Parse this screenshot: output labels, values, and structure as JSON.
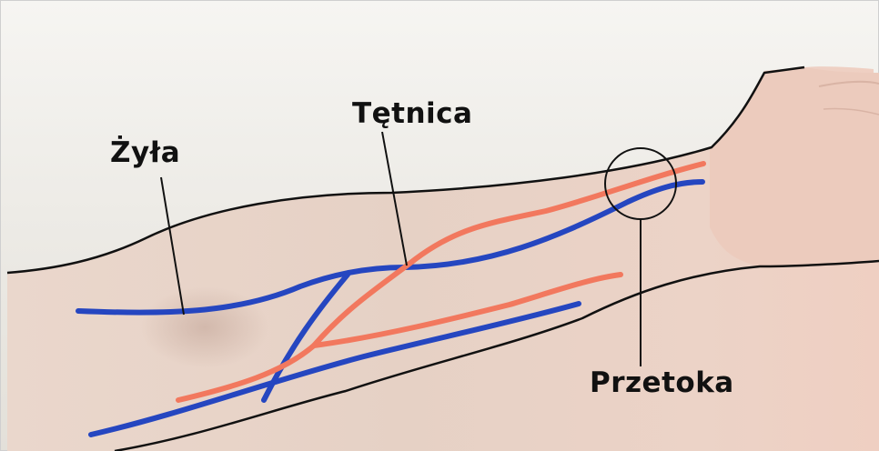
{
  "labels": {
    "vein": "Żyła",
    "artery": "Tętnica",
    "fistula": "Przetoka"
  },
  "colors": {
    "vein": "#2546c0",
    "artery": "#f2785e",
    "outline": "#111111",
    "skin": "#e7d2c6",
    "background": "#e7e4dd"
  }
}
